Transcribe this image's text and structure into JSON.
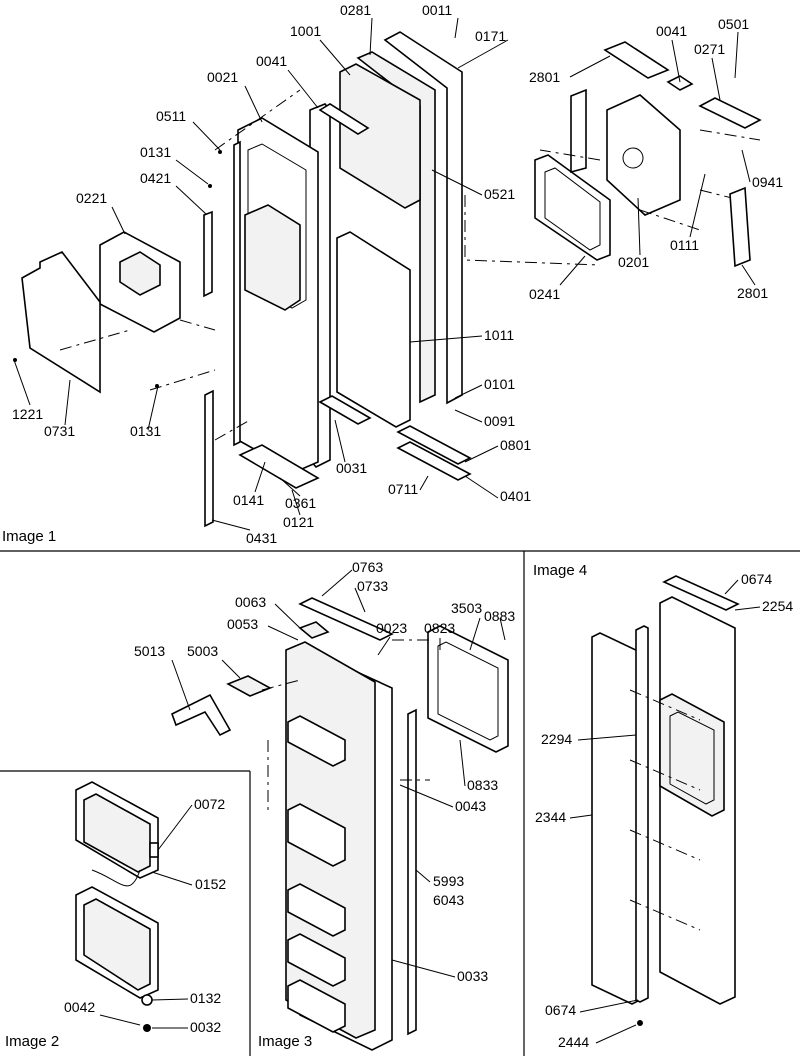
{
  "panels": {
    "image1": {
      "caption": "Image 1"
    },
    "image2": {
      "caption": "Image 2"
    },
    "image3": {
      "caption": "Image 3"
    },
    "image4": {
      "caption": "Image 4"
    }
  },
  "callouts": {
    "image1": [
      "0011",
      "0281",
      "0171",
      "1001",
      "0041",
      "0021",
      "0511",
      "0131",
      "0421",
      "0221",
      "0521",
      "1011",
      "0101",
      "0091",
      "0801",
      "0401",
      "0711",
      "0031",
      "0141",
      "0361",
      "0121",
      "0431",
      "1221",
      "0731",
      "0131",
      "2801",
      "0041",
      "0501",
      "0271",
      "0941",
      "0111",
      "0201",
      "0241",
      "2801"
    ],
    "image2": [
      "0072",
      "0152",
      "0132",
      "0042",
      "0032"
    ],
    "image3": [
      "0763",
      "0733",
      "0063",
      "0053",
      "0023",
      "0823",
      "3503",
      "0883",
      "5013",
      "5003",
      "0833",
      "0043",
      "5993",
      "6043",
      "0033"
    ],
    "image4": [
      "0674",
      "2254",
      "2294",
      "2344",
      "0674",
      "2444"
    ]
  }
}
